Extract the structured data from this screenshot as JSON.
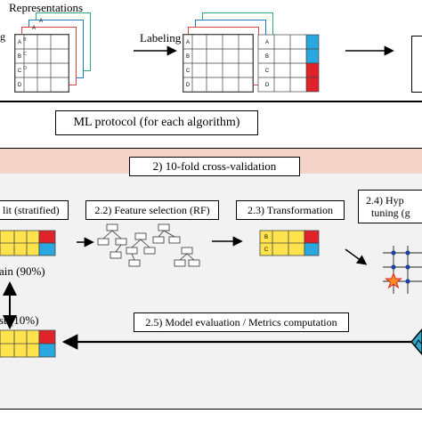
{
  "top": {
    "representations_label": "Representations",
    "labeling_label": "Labeling",
    "row_letters": [
      "A",
      "B",
      "C",
      "D"
    ],
    "label_colors": [
      "#2aa7df",
      "#2aa7df",
      "#e0222b",
      "#e0222b"
    ]
  },
  "protocol_title": "ML protocol (for each algorithm)",
  "panel": {
    "background": "#f2f2f2",
    "cv_title": "2) 10-fold cross-validation",
    "step_split": "lit (stratified)",
    "step_feature": "2.2) Feature selection (RF)",
    "step_transform": "2.3) Transformation",
    "step_hyper_line1": "2.4) Hyp",
    "step_hyper_line2": "tuning (g",
    "train_label": "ain (90%)",
    "test_label": "st (10%)",
    "eval_label": "2.5) Model evaluation / Metrics computation",
    "transform_rows": [
      "B",
      "C"
    ]
  },
  "colors": {
    "accent_pink": "#f6d3c8",
    "red": "#e0222b",
    "blue": "#2aa7df",
    "yellow": "#ffe34d",
    "star": "#ff8c1a",
    "teal": "#2fa7c9"
  }
}
